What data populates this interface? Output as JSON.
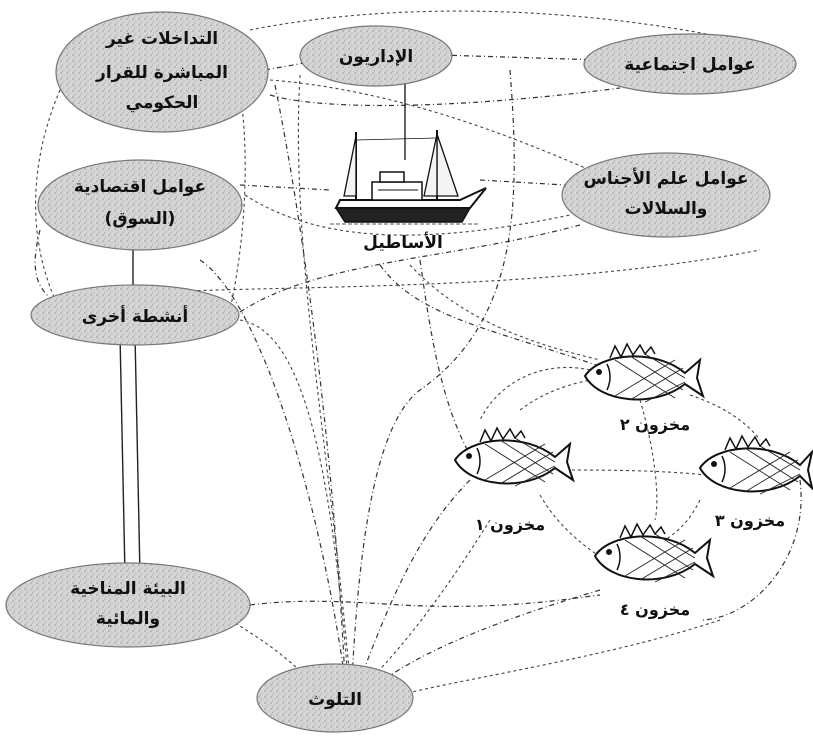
{
  "nodes": {
    "indirect": {
      "lines": [
        "التداخلات غير",
        "المباشرة للقرار",
        "الحكومي"
      ]
    },
    "managers": {
      "lines": [
        "الإداريون"
      ]
    },
    "social": {
      "lines": [
        "عوامل اجتماعية"
      ]
    },
    "economic": {
      "lines": [
        "عوامل اقتصادية",
        "(السوق)"
      ]
    },
    "ethnic": {
      "lines": [
        "عوامل علم الأجناس",
        "والسلالات"
      ]
    },
    "other": {
      "lines": [
        "أنشطة أخرى"
      ]
    },
    "climate": {
      "lines": [
        "البيئة المناخية",
        "والمائية"
      ]
    },
    "pollution": {
      "lines": [
        "التلوث"
      ]
    }
  },
  "fleet": {
    "label": "الأساطيل",
    "icon": "fishing-boat-icon"
  },
  "stocks": [
    {
      "label": "مخزون ١",
      "icon": "fish-icon"
    },
    {
      "label": "مخزون ٢",
      "icon": "fish-icon"
    },
    {
      "label": "مخزون ٣",
      "icon": "fish-icon"
    },
    {
      "label": "مخزون ٤",
      "icon": "fish-icon"
    }
  ]
}
